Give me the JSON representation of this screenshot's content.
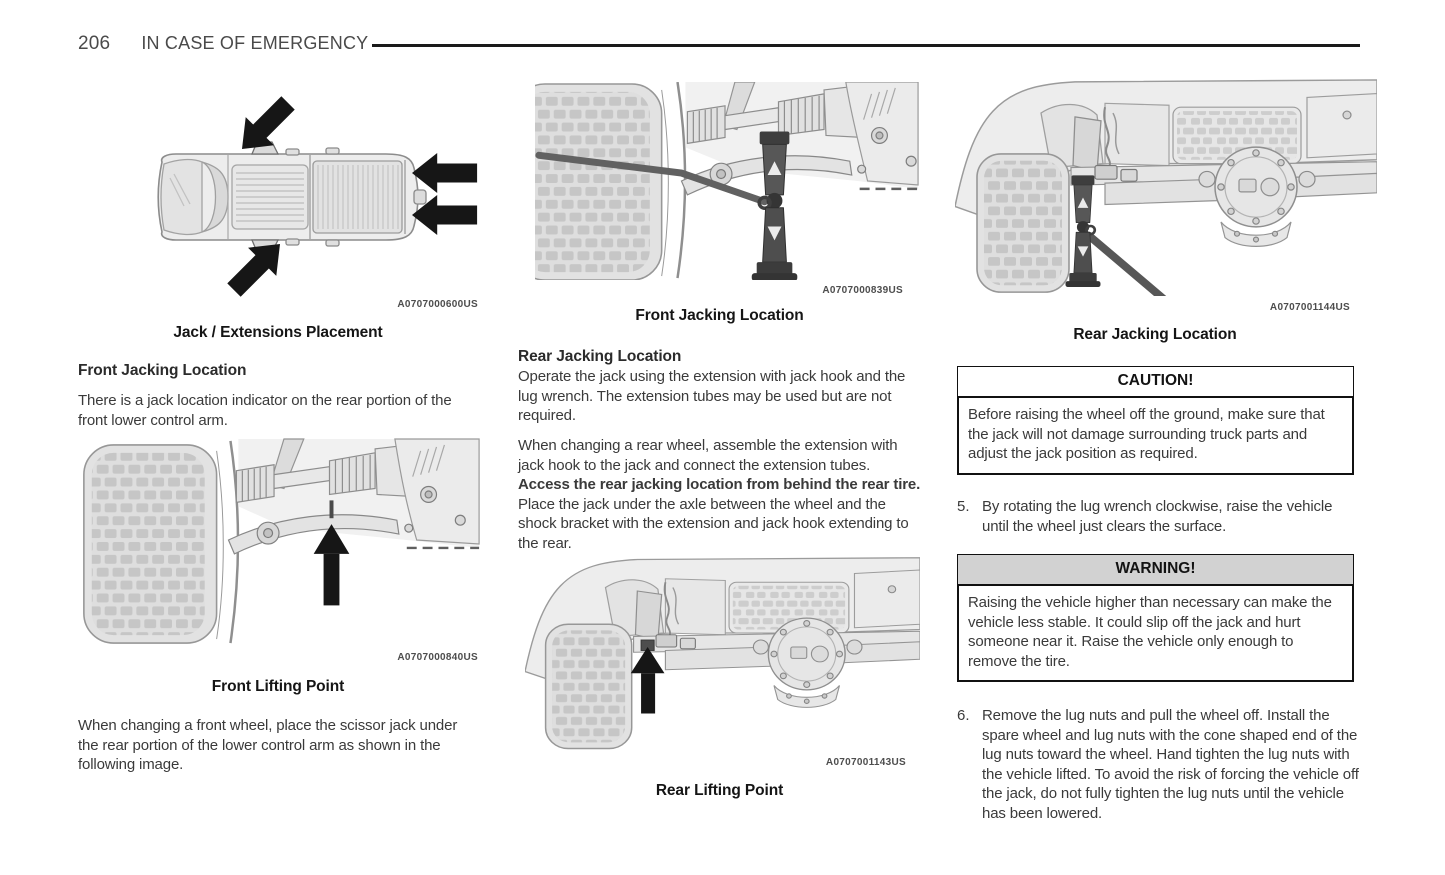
{
  "header": {
    "page_number": "206",
    "chapter_title": "IN CASE OF EMERGENCY"
  },
  "left_column": {
    "figure_placement": {
      "code": "A0707000600US",
      "caption": "Jack / Extensions Placement"
    },
    "front_jacking_heading": "Front Jacking Location",
    "front_jacking_text": "There is a jack location indicator on the rear portion of the front lower control arm.",
    "figure_front_lifting": {
      "code": "A0707000840US",
      "caption": "Front Lifting Point"
    },
    "front_lifting_text": "When changing a front wheel, place the scissor jack under the rear portion of the lower control arm as shown in the following image."
  },
  "middle_column": {
    "figure_front_jacking": {
      "code": "A0707000839US",
      "caption": "Front Jacking Location"
    },
    "rear_jacking_heading": "Rear Jacking Location",
    "rear_jacking_text_1": "Operate the jack using the extension with jack hook and the lug wrench. The extension tubes may be used but are not required.",
    "rear_jacking_text_2_pre": "When changing a rear wheel, assemble the extension with jack hook to the jack and connect the extension tubes. ",
    "rear_jacking_text_2_bold": "Access the rear jacking location from behind the rear tire.",
    "rear_jacking_text_2_post": " Place the jack under the axle between the wheel and the shock bracket with the extension and jack hook extending to the rear.",
    "figure_rear_lifting": {
      "code": "A0707001143US",
      "caption": "Rear Lifting Point"
    }
  },
  "right_column": {
    "figure_rear_jacking": {
      "code": "A0707001144US",
      "caption": "Rear Jacking Location"
    },
    "caution": {
      "title": "CAUTION!",
      "body": "Before raising the wheel off the ground, make sure that the jack will not damage surrounding truck parts and adjust the jack position as required."
    },
    "step_5": {
      "number": "5.",
      "text": "By rotating the lug wrench clockwise, raise the vehicle until the wheel just clears the surface."
    },
    "warning": {
      "title": "WARNING!",
      "body": "Raising the vehicle higher than necessary can make the vehicle less stable. It could slip off the jack and hurt someone near it. Raise the vehicle only enough to remove the tire."
    },
    "step_6": {
      "number": "6.",
      "text": "Remove the lug nuts and pull the wheel off. Install the spare wheel and lug nuts with the cone shaped end of the lug nuts toward the wheel. Hand tighten the lug nuts with the vehicle lifted. To avoid the risk of forcing the vehicle off the jack, do not fully tighten the lug nuts until the vehicle has been lowered."
    }
  },
  "colors": {
    "page_background": "#ffffff",
    "body_text": "#3a3a3a",
    "heading_text": "#2b2b2b",
    "header_text": "#4a4a4a",
    "header_rule": "#1a1a1a",
    "caution_header_bg": "#ffffff",
    "warning_header_bg": "#d2d2d2",
    "alert_border": "#111111",
    "arrow_black": "#161616",
    "illustration_gray": "#e6e6e6"
  }
}
